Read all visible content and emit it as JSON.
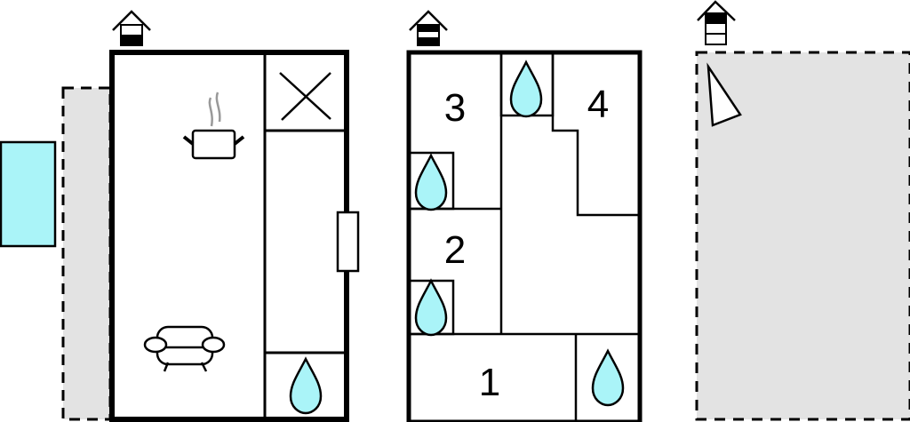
{
  "floorplan": {
    "rooms": [
      {
        "label": "1"
      },
      {
        "label": "2"
      },
      {
        "label": "3"
      },
      {
        "label": "4"
      }
    ],
    "icons": [
      "entrance-house-icon",
      "kitchen-pot-icon",
      "stove-x-icon",
      "sofa-icon",
      "water-drop-icon",
      "window-icon",
      "pool-icon",
      "north-arrow-icon"
    ],
    "colors": {
      "water": "#aaf4f8",
      "terrace": "#e3e3e3",
      "wall": "#000000"
    }
  }
}
